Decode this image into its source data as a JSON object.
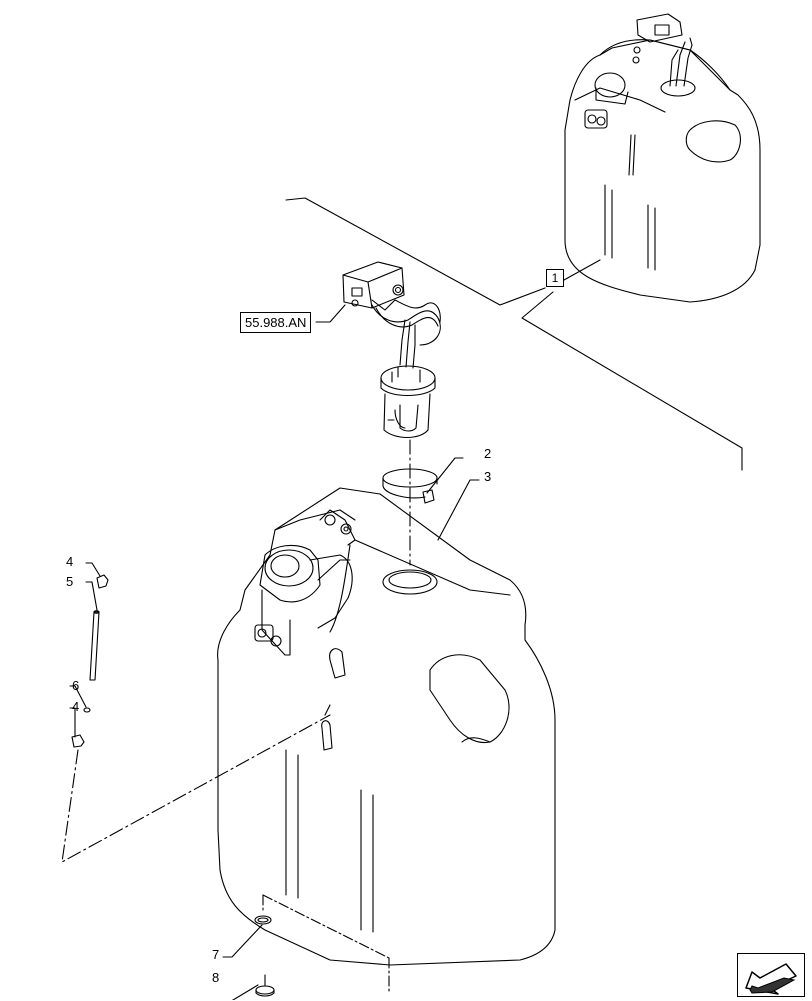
{
  "diagram": {
    "reference_label": "55.988.AN",
    "section_marker": "1",
    "callouts": [
      {
        "id": "2",
        "text": "2"
      },
      {
        "id": "3",
        "text": "3"
      },
      {
        "id": "4a",
        "text": "4"
      },
      {
        "id": "5",
        "text": "5"
      },
      {
        "id": "6",
        "text": "6"
      },
      {
        "id": "4b",
        "text": "4"
      },
      {
        "id": "7",
        "text": "7"
      },
      {
        "id": "8",
        "text": "8"
      }
    ],
    "nav_icon": "arrow-back-icon",
    "colors": {
      "line": "#000000",
      "background": "#ffffff",
      "fill_dark": "#333333"
    }
  }
}
